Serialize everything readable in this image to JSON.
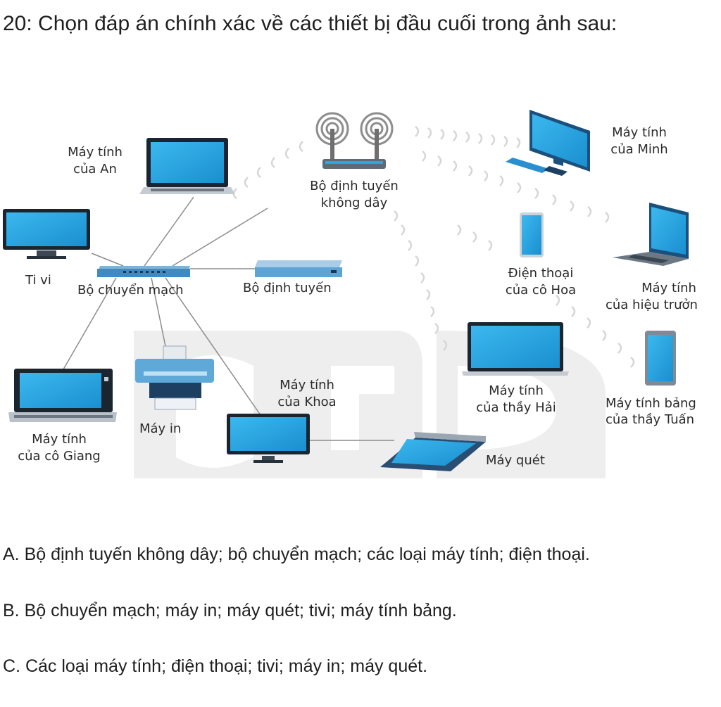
{
  "question": "20: Chọn đáp án chính xác về các thiết bị đầu cuối trong ảnh sau:",
  "diagram": {
    "labels": {
      "may_tinh_an_1": "Máy tính",
      "may_tinh_an_2": "của An",
      "router_wifi_1": "Bộ định tuyến",
      "router_wifi_2": "không dây",
      "may_tinh_minh_1": "Máy tính",
      "may_tinh_minh_2": "của Minh",
      "tivi": "Ti vi",
      "switch": "Bộ chuyển mạch",
      "router": "Bộ định tuyến",
      "dien_thoai_1": "Điện thoại",
      "dien_thoai_2": "của cô Hoa",
      "hieu_truong_1": "Máy tính",
      "hieu_truong_2": "của hiệu trưởn",
      "khoa_1": "Máy tính",
      "khoa_2": "của Khoa",
      "thay_hai_1": "Máy tính",
      "thay_hai_2": "của thầy Hải",
      "tablet_1": "Máy tính bảng",
      "tablet_2": "của thầy Tuấn",
      "may_in": "Máy in",
      "giang_1": "Máy tính",
      "giang_2": "của cô Giang",
      "scanner": "Máy quét"
    },
    "colors": {
      "screen": "#2aa7e0",
      "device_dark": "#1b4f7c",
      "device_body": "#c7ced6",
      "line": "#8a8a8a",
      "wave": "#d8d8d8",
      "watermark": "#ebebeb"
    }
  },
  "options": {
    "a": "A. Bộ định tuyến không dây; bộ chuyển mạch; các loại máy tính; điện thoại.",
    "b": "B. Bộ chuyển mạch; máy in; máy quét; tivi; máy tính bảng.",
    "c": "C. Các loại máy tính; điện thoại; tivi; máy in; máy quét."
  }
}
